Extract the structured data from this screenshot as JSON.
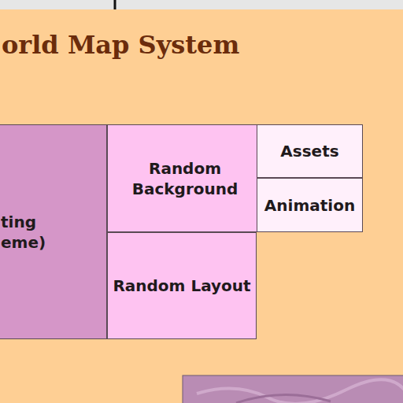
{
  "diagram": {
    "title": "orld Map System",
    "nodes": [
      {
        "text": [
          "ting eme)"
        ]
      },
      {
        "text": [
          "Random Background"
        ]
      },
      {
        "text": [
          "Assets"
        ]
      },
      {
        "text": [
          "Animation"
        ]
      },
      {
        "text": [
          "Random Layout"
        ]
      }
    ]
  }
}
